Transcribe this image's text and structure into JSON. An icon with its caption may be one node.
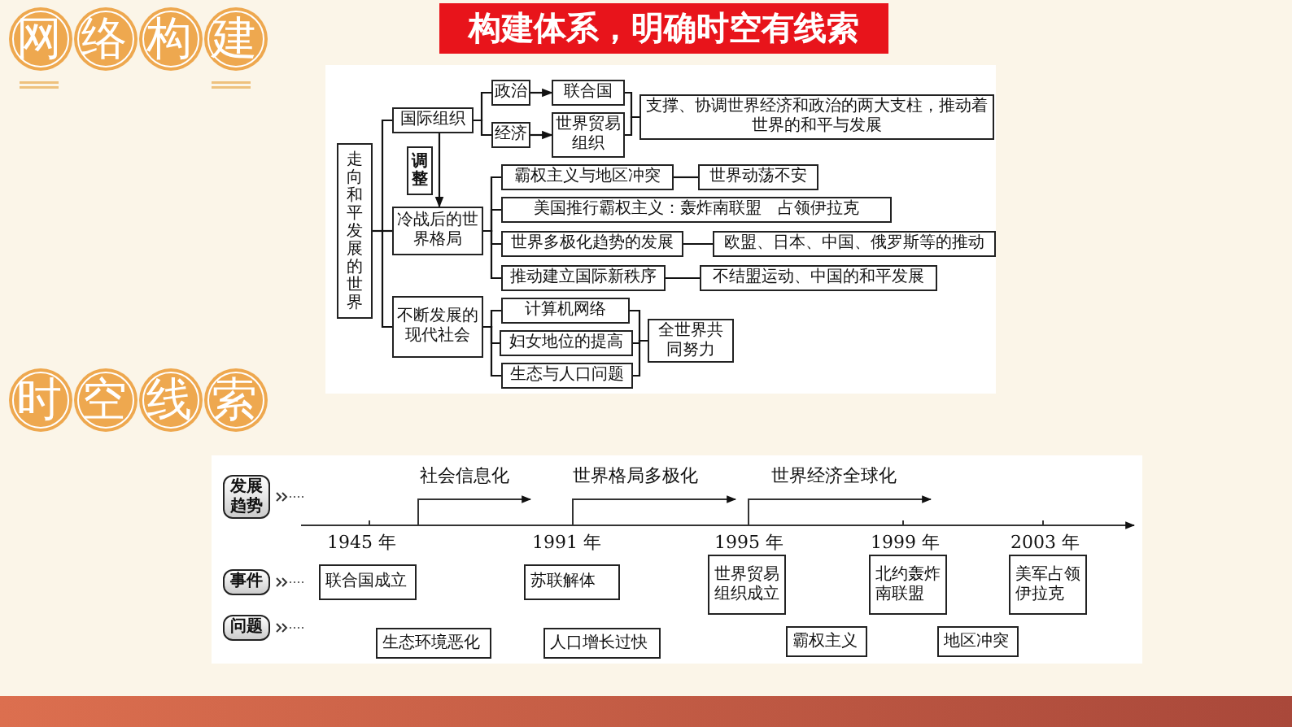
{
  "diagram": {
    "title": "构建体系，明确时空有线索",
    "nodes": [
      {
        "text": [
          "走向和平发展的世界"
        ]
      },
      {
        "text": [
          "国际组织"
        ]
      },
      {
        "text": [
          "冷战后的世界格局"
        ]
      },
      {
        "text": [
          "不断发展的现代社会"
        ]
      },
      {
        "text": [
          "政治"
        ]
      },
      {
        "text": [
          "经济"
        ]
      },
      {
        "text": [
          "联合国"
        ]
      },
      {
        "text": [
          "世界贸易组织"
        ]
      },
      {
        "text": [
          "支撑、协调世界经济和政治的两大支柱，推动着世界的和平与发展"
        ]
      },
      {
        "text": [
          "霸权主义与地区冲突"
        ]
      },
      {
        "text": [
          "世界动荡不安"
        ]
      },
      {
        "text": [
          "美国推行霸权主义：轰炸南联盟　占领伊拉克"
        ]
      },
      {
        "text": [
          "世界多极化趋势的发展"
        ]
      },
      {
        "text": [
          "欧盟、日本、中国、俄罗斯等的推动"
        ]
      },
      {
        "text": [
          "推动建立国际新秩序"
        ]
      },
      {
        "text": [
          "不结盟运动、中国的和平发展"
        ]
      },
      {
        "text": [
          "计算机网络"
        ]
      },
      {
        "text": [
          "妇女地位的提高"
        ]
      },
      {
        "text": [
          "生态与人口问题"
        ]
      },
      {
        "text": [
          "全世界共同努力"
        ]
      },
      {
        "text": [
          "发展趋势"
        ]
      },
      {
        "text": [
          "事件"
        ]
      },
      {
        "text": [
          "问题"
        ]
      },
      {
        "text": [
          "联合国成立"
        ]
      },
      {
        "text": [
          "苏联解体"
        ]
      },
      {
        "text": [
          "世界贸易组织成立"
        ]
      },
      {
        "text": [
          "北约轰炸南联盟"
        ]
      },
      {
        "text": [
          "美军占领伊拉克"
        ]
      },
      {
        "text": [
          "生态环境恶化"
        ]
      },
      {
        "text": [
          "人口增长过快"
        ]
      },
      {
        "text": [
          "霸权主义"
        ]
      },
      {
        "text": [
          "地区冲突"
        ]
      }
    ],
    "edges": [
      {
        "from": 0,
        "to": 1,
        "arrow": "none"
      },
      {
        "from": 0,
        "to": 2,
        "arrow": "none"
      },
      {
        "from": 0,
        "to": 3,
        "arrow": "none"
      },
      {
        "from": 1,
        "to": 4,
        "arrow": "none"
      },
      {
        "from": 1,
        "to": 5,
        "arrow": "none"
      },
      {
        "from": 4,
        "to": 6,
        "arrow": "to"
      },
      {
        "from": 5,
        "to": 7,
        "arrow": "to"
      },
      {
        "from": 6,
        "to": 8,
        "arrow": "none"
      },
      {
        "from": 7,
        "to": 8,
        "arrow": "none"
      },
      {
        "from": 1,
        "to": 2,
        "arrow": "to",
        "label": "调整"
      },
      {
        "from": 2,
        "to": 9,
        "arrow": "none"
      },
      {
        "from": 2,
        "to": 11,
        "arrow": "none"
      },
      {
        "from": 2,
        "to": 12,
        "arrow": "none"
      },
      {
        "from": 2,
        "to": 14,
        "arrow": "none"
      },
      {
        "from": 9,
        "to": 10,
        "arrow": "none"
      },
      {
        "from": 12,
        "to": 13,
        "arrow": "none"
      },
      {
        "from": 14,
        "to": 15,
        "arrow": "none"
      },
      {
        "from": 3,
        "to": 16,
        "arrow": "none"
      },
      {
        "from": 3,
        "to": 17,
        "arrow": "none"
      },
      {
        "from": 3,
        "to": 18,
        "arrow": "none"
      },
      {
        "from": 16,
        "to": 19,
        "arrow": "none"
      },
      {
        "from": 17,
        "to": 19,
        "arrow": "none"
      },
      {
        "from": 18,
        "to": 19,
        "arrow": "none"
      }
    ],
    "labels": [
      "网络构建",
      "时空线索",
      "社会信息化",
      "世界格局多极化",
      "世界经济全球化",
      "1945 年",
      "1991 年",
      "1995 年",
      "1999 年",
      "2003 年"
    ]
  }
}
